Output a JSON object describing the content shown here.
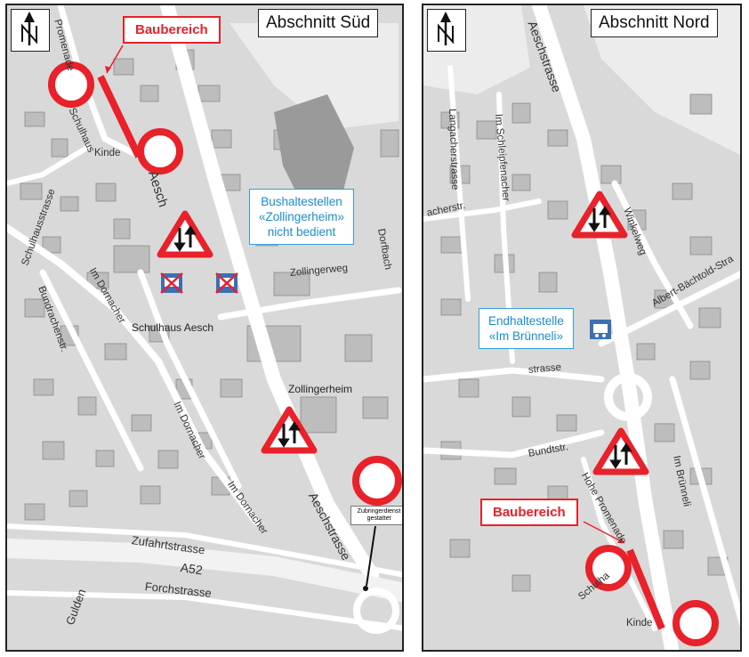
{
  "panels": {
    "sued": {
      "title": "Abschnitt Süd",
      "callout": "Baubereich",
      "info": [
        "Bushaltestellen",
        "«Zollingerheim»",
        "nicht bedient"
      ],
      "sign_note": [
        "Zubringerdienst",
        "gestattet"
      ],
      "streets": {
        "promenade": "Promenade",
        "schulhaus": "Schulhaus",
        "kinde": "Kinde",
        "aesch_top": "Aesch",
        "schulhausstrasse": "Schulhausstrasse",
        "bundrachenstr": "Bundrachenstr.",
        "im_dornacher_1": "Im Dornacher",
        "im_dornacher_2": "Im Dornacher",
        "im_dornacher_3": "Im Dornacher",
        "zollingerweg": "Zollingerweg",
        "dorfbach": "Dorfbach",
        "aeschstrasse": "Aeschstrasse",
        "zufahrtstrasse": "Zufahrtstrasse",
        "a52": "A52",
        "forchstrasse": "Forchstrasse",
        "gulden": "Gulden"
      },
      "places": {
        "schulhaus_aesch": "Schulhaus Aesch",
        "zollingerheim": "Zollingerheim"
      }
    },
    "nord": {
      "title": "Abschnitt Nord",
      "callout": "Baubereich",
      "info": [
        "Endhaltestelle",
        "«Im Brünneli»"
      ],
      "streets": {
        "aeschstrasse": "Aeschstrasse",
        "langacherstrasse": "Langacherstrasse",
        "im_schleipfenacher": "Im Schleipfenacher",
        "acherstr": "acherstr.",
        "winkelweg": "Winkelweg",
        "albert_baechtold": "Albert-Bächtold-Stra",
        "strasse": "strasse",
        "bundtstr": "Bundtstr.",
        "hohe_promenade": "Hohe Promenade",
        "im_bruenneli": "Im Brünneli",
        "schulha": "Schulha",
        "kinde": "Kinde"
      }
    }
  },
  "colors": {
    "sign_red": "#e8212a",
    "info_blue": "#33a0d8",
    "map_bg": "#d9d9d9",
    "road": "#ffffff",
    "building": "#bdbdbd"
  },
  "icons": [
    "north-arrow-icon",
    "no-entry-sign-icon",
    "two-way-traffic-sign-icon",
    "bus-stop-closed-icon",
    "bus-stop-icon"
  ]
}
